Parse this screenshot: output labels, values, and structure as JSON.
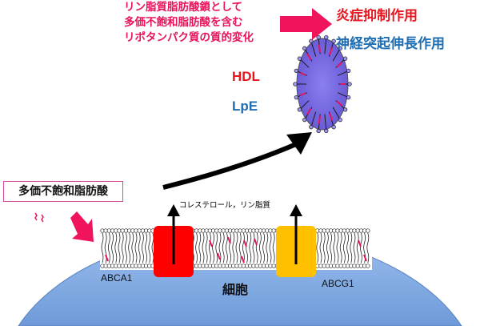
{
  "top_text": [
    "リン脂質脂肪酸鎖として",
    "多価不飽和脂肪酸を含む",
    "リポタンパク質の質的変化"
  ],
  "effects": {
    "anti_inflammatory": "炎症抑制作用",
    "neurite": "神経突起伸長作用"
  },
  "lipoprotein": {
    "hdl": "HDL",
    "lpe": "LpE"
  },
  "pufa_label": "多価不飽和脂肪酸",
  "efflux_label": "コレステロール，リン脂質",
  "transporters": {
    "abca1": "ABCA1",
    "abcg1": "ABCG1"
  },
  "cell_label": "細胞",
  "colors": {
    "pink": "#e8145a",
    "red": "#ff0000",
    "yellow": "#ffc000",
    "cell": "#8fb4ea",
    "particle": "#7b6fe0"
  }
}
